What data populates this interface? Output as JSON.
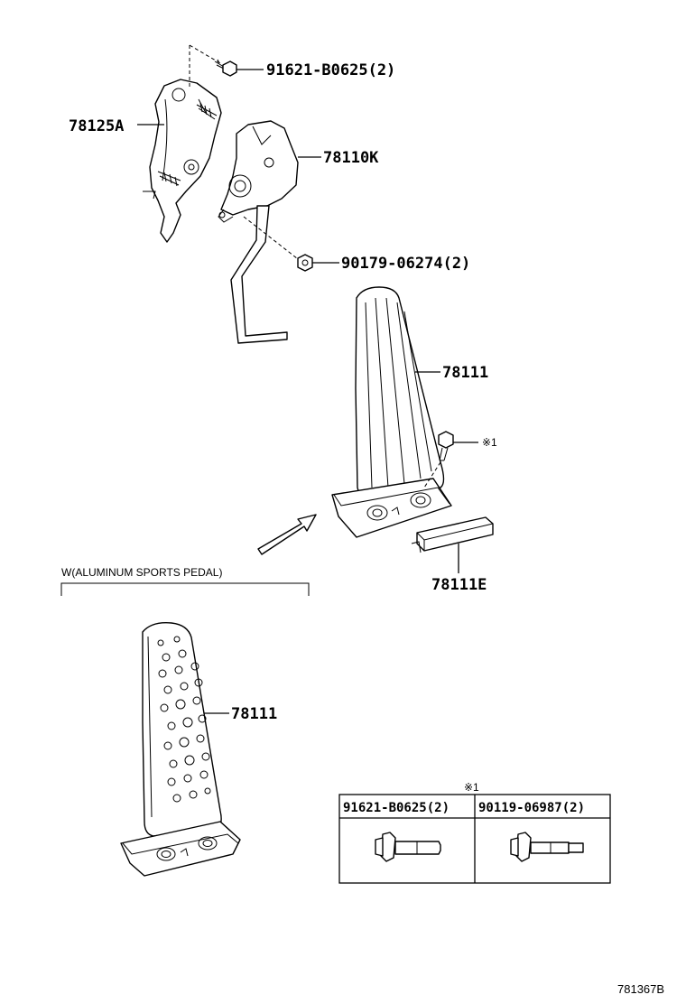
{
  "parts": {
    "bolt_top": "91621-B0625(2)",
    "bracket": "78125A",
    "sensor": "78110K",
    "nut": "90179-06274(2)",
    "pedal": "78111",
    "screw_ref": "※1",
    "pad": "78111E",
    "sport_pedal": "78111"
  },
  "variant_note": "W(ALUMINUM SPORTS PEDAL)",
  "table": {
    "title": "※1",
    "col1": "91621-B0625(2)",
    "col2": "90119-06987(2)"
  },
  "figure_id": "781367B"
}
